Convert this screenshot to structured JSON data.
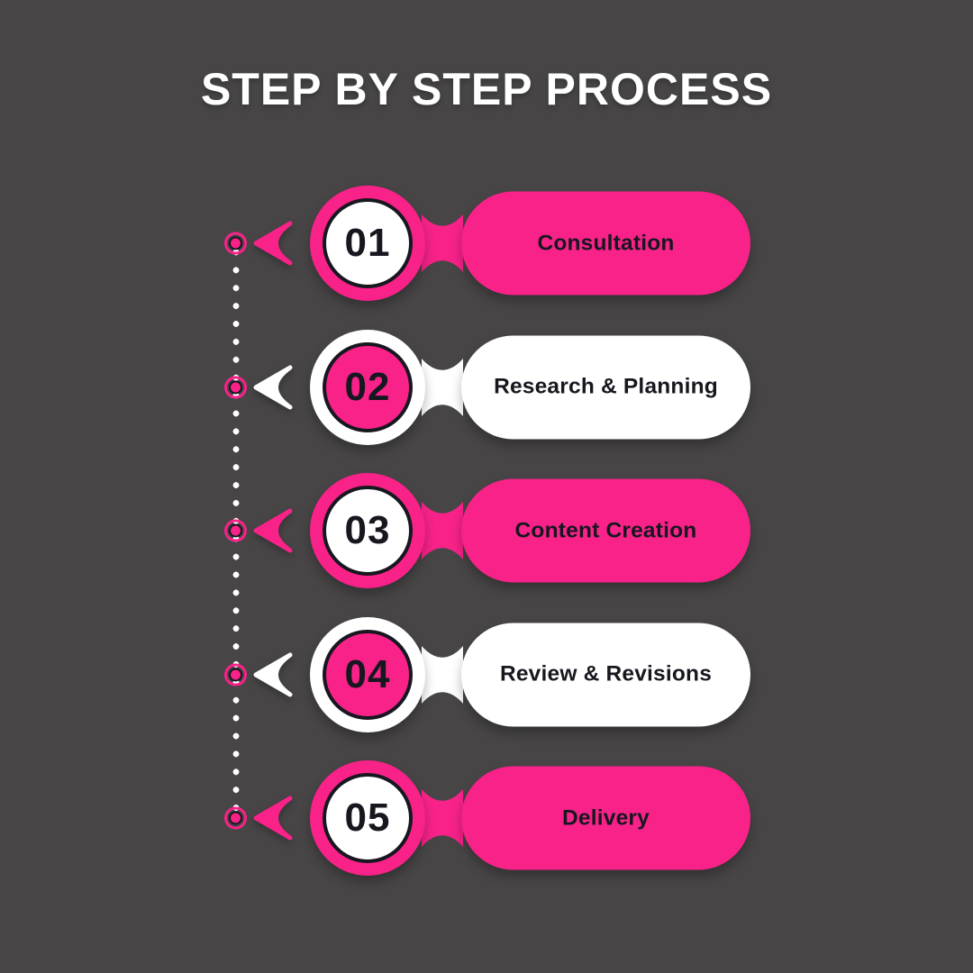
{
  "title": "STEP BY STEP PROCESS",
  "colors": {
    "pink": "#f82289",
    "ink": "#17171f",
    "bg": "#474546",
    "white": "#ffffff"
  },
  "steps": [
    {
      "number": "01",
      "label": "Consultation",
      "variant": "pink"
    },
    {
      "number": "02",
      "label": "Research & Planning",
      "variant": "white"
    },
    {
      "number": "03",
      "label": "Content Creation",
      "variant": "pink"
    },
    {
      "number": "04",
      "label": "Review & Revisions",
      "variant": "white"
    },
    {
      "number": "05",
      "label": "Delivery",
      "variant": "pink"
    }
  ]
}
